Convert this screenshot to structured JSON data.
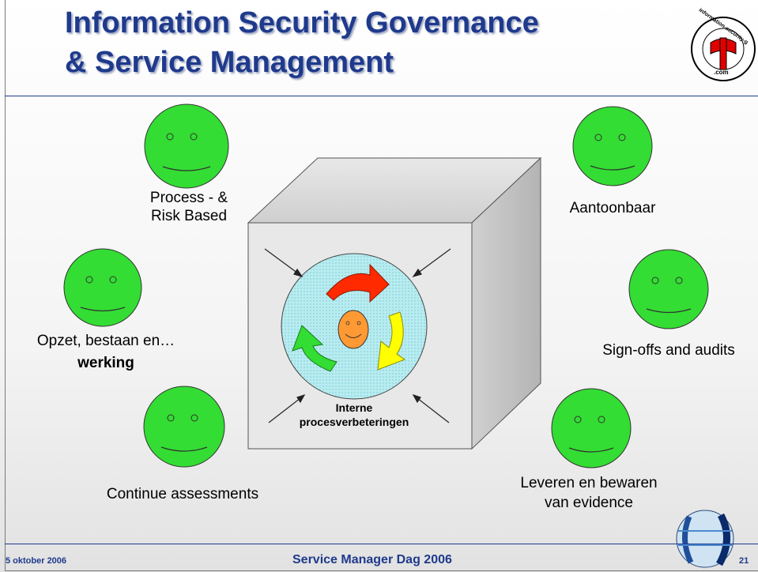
{
  "title": {
    "line1": "Information Security Governance",
    "line2": "& Service Management"
  },
  "logo": {
    "text": "information-security-governance",
    "suffix": ".com"
  },
  "labels": {
    "process_line1": "Process - &",
    "process_line2": "Risk Based",
    "aantoonbaar": "Aantoonbaar",
    "opzet_line1": "Opzet, bestaan en…",
    "opzet_line2": "werking",
    "signoffs": "Sign-offs and audits",
    "continue": "Continue assessments",
    "leveren_line1": "Leveren en bewaren",
    "leveren_line2": "van evidence",
    "interne_line1": "Interne",
    "interne_line2": "procesverbeteringen"
  },
  "footer": {
    "date": "5 oktober 2006",
    "event": "Service Manager Dag 2006",
    "page": "21"
  },
  "colors": {
    "title": "#1f3a8c",
    "smiley": "#33dd33",
    "arrow_red": "#ff2a00",
    "arrow_yellow": "#ffff00",
    "arrow_green": "#33dd33",
    "center_face": "#ff9933"
  }
}
